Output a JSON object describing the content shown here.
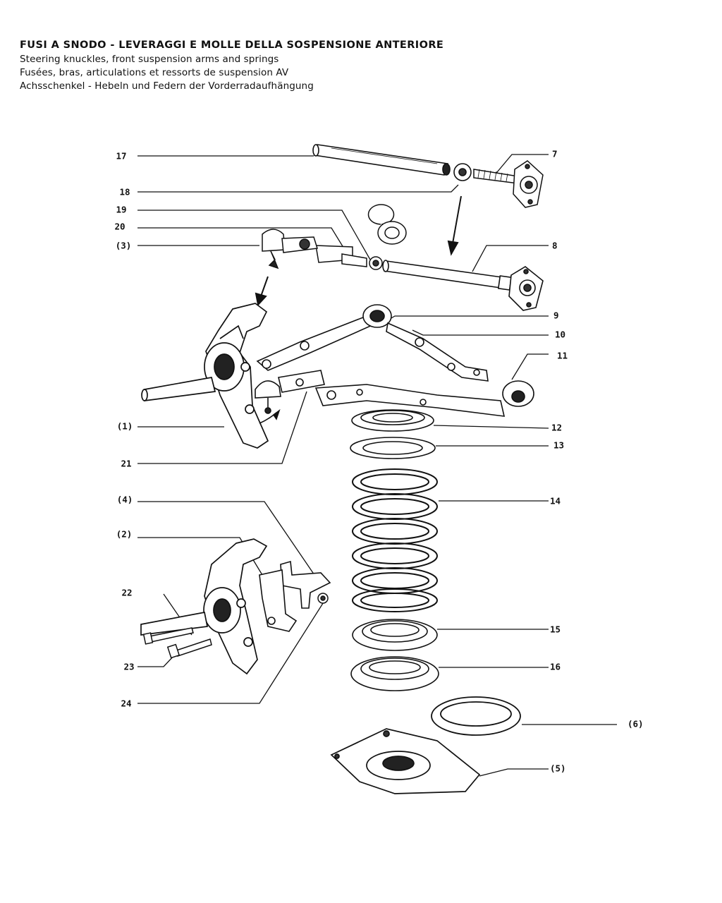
{
  "header": {
    "title": "FUSI A SNODO - LEVERAGGI E MOLLE DELLA SOSPENSIONE ANTERIORE",
    "subtitle_en": "Steering knuckles, front suspension arms and springs",
    "subtitle_fr": "Fusées, bras, articulations et ressorts de suspension AV",
    "subtitle_de": "Achsschenkel - Hebeln und Federn der Vorderradaufhängung"
  },
  "callouts": {
    "c17": "17",
    "c18": "18",
    "c19": "19",
    "c20": "20",
    "c3": "(3)",
    "c7": "7",
    "c8": "8",
    "c9": "9",
    "c10": "10",
    "c11": "11",
    "c1": "(1)",
    "c21": "21",
    "c12": "12",
    "c13": "13",
    "c14": "14",
    "c4": "(4)",
    "c2": "(2)",
    "c22": "22",
    "c23": "23",
    "c24": "24",
    "c15": "15",
    "c16": "16",
    "c6": "(6)",
    "c5": "(5)"
  },
  "colors": {
    "ink": "#111111",
    "paper": "#ffffff"
  }
}
